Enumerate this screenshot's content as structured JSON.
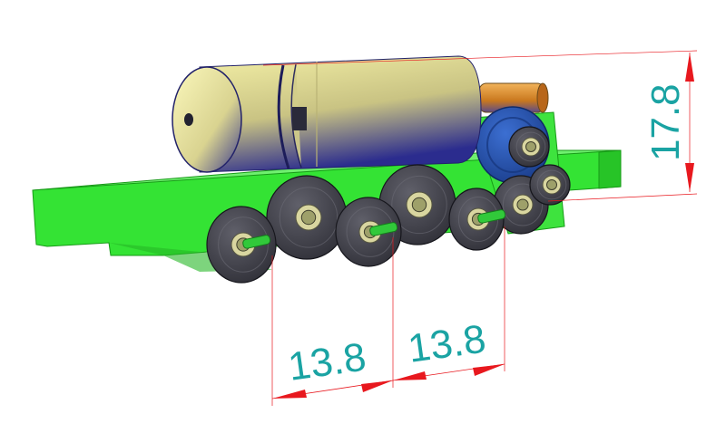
{
  "dimensions": {
    "pitch_left": "13.8",
    "pitch_right": "13.8",
    "height": "17.8"
  },
  "colors": {
    "dimension_text": "#1aa3a3",
    "dimension_line": "#e8181e",
    "frame": "#33e633",
    "frame_dark": "#1fa31f",
    "motor_light": "#efec9a",
    "motor_dark": "#2c2c8c",
    "wheel_tire": "#45454d",
    "bearing": "#d9d6a0",
    "axle": "#31c93a",
    "gear": "#2a58b4",
    "shaft": "#d68a2a"
  },
  "icons": [
    "motor",
    "gearbox",
    "idler-gear",
    "road-wheel",
    "bearing",
    "axle"
  ]
}
